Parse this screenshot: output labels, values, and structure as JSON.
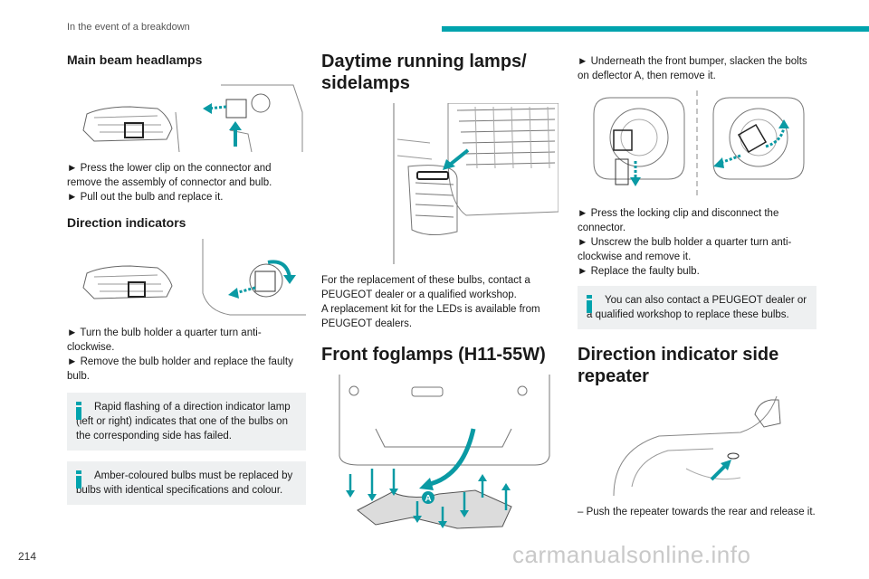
{
  "header": {
    "section": "In the event of a breakdown"
  },
  "colors": {
    "accent": "#00a3ad",
    "note_bg": "#eef0f1"
  },
  "col1": {
    "main_beam_title": "Main beam headlamps",
    "main_beam_steps": [
      "► Press the lower clip on the connector and remove the assembly of connector and bulb.",
      "► Pull out the bulb and replace it."
    ],
    "indicators_title": "Direction indicators",
    "indicators_steps": [
      "► Turn the bulb holder a quarter turn anti-clockwise.",
      "► Remove the bulb holder and replace the faulty bulb."
    ],
    "note1": "Rapid flashing of a direction indicator lamp (left or right) indicates that one of the bulbs on the corresponding side has failed.",
    "note2": "Amber-coloured bulbs must be replaced by bulbs with identical specifications and colour."
  },
  "col2": {
    "drl_title": "Daytime running lamps/ sidelamps",
    "drl_text": [
      "For the replacement of these bulbs, contact a PEUGEOT dealer or a qualified workshop.",
      "A replacement kit for the LEDs is available from PEUGEOT dealers."
    ],
    "foglamps_title": "Front foglamps (H11-55W)",
    "fig_label_a": "A"
  },
  "col3": {
    "step_deflector": "► Underneath the front bumper, slacken the bolts on deflector A, then remove it.",
    "steps": [
      "► Press the locking clip and disconnect the connector.",
      "► Unscrew the bulb holder a quarter turn anti-clockwise and remove it.",
      "► Replace the faulty bulb."
    ],
    "note": "You can also contact a PEUGEOT dealer or a qualified workshop to replace these bulbs.",
    "repeater_title": "Direction indicator side repeater",
    "repeater_step": "– Push the repeater towards the rear and release it."
  },
  "footer": {
    "page_number": "214",
    "watermark": "carmanualsonline.info"
  }
}
